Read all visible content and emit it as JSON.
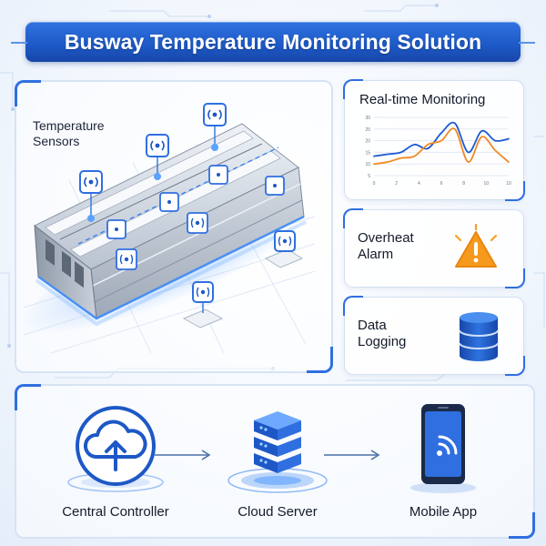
{
  "title": "Busway Temperature Monitoring Solution",
  "illustration": {
    "sensor_label_line1": "Temperature",
    "sensor_label_line2": "Sensors"
  },
  "features": {
    "monitoring": {
      "label": "Real-time Monitoring"
    },
    "alarm": {
      "label_line1": "Overheat",
      "label_line2": "Alarm",
      "icon": "warning-icon"
    },
    "logging": {
      "label_line1": "Data",
      "label_line2": "Logging",
      "icon": "database-icon"
    }
  },
  "flow": {
    "steps": [
      {
        "label": "Central Controller",
        "icon": "cloud-upload-icon"
      },
      {
        "label": "Cloud Server",
        "icon": "server-icon"
      },
      {
        "label": "Mobile App",
        "icon": "smartphone-icon"
      }
    ]
  },
  "colors": {
    "brand_blue": "#1d58c6",
    "accent_blue": "#2f6fe0",
    "line_blue": "#1f5bd1",
    "line_orange": "#ef8a25",
    "warning_orange": "#f59a1c"
  },
  "chart_data": {
    "type": "line",
    "x": [
      0,
      1,
      2,
      3,
      4,
      5,
      6,
      7,
      8,
      9,
      10
    ],
    "x_ticks": [
      "0",
      "2",
      "4",
      "6",
      "8",
      "10",
      "10"
    ],
    "y_ticks": [
      "30",
      "25",
      "20",
      "15",
      "10",
      "5"
    ],
    "ylim": [
      0,
      30
    ],
    "series": [
      {
        "color": "#1f5bd1",
        "values": [
          10,
          11,
          12,
          16,
          14,
          22,
          27,
          12,
          23,
          18,
          19
        ]
      },
      {
        "color": "#ef8a25",
        "values": [
          6,
          7,
          9,
          10,
          16,
          18,
          24,
          7,
          20,
          13,
          7
        ]
      }
    ],
    "grid": true
  }
}
